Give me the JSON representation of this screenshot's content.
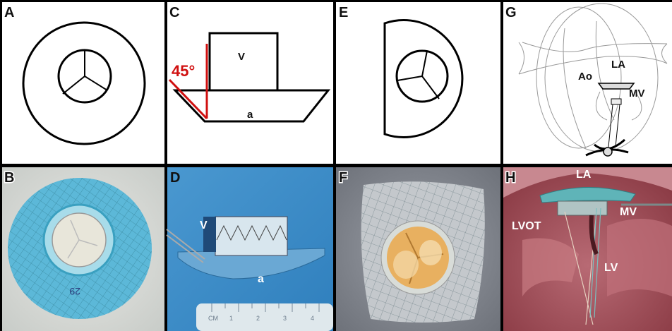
{
  "panels": {
    "A": {
      "label": "A"
    },
    "B": {
      "label": "B",
      "marking": "29"
    },
    "C": {
      "label": "C",
      "angle": "45°",
      "valve": "V",
      "atrial": "a"
    },
    "D": {
      "label": "D",
      "valve": "V",
      "atrial": "a",
      "ruler": {
        "unit": "CM",
        "ticks": [
          "1",
          "2",
          "3",
          "4"
        ]
      }
    },
    "E": {
      "label": "E"
    },
    "F": {
      "label": "F"
    },
    "G": {
      "label": "G",
      "la": "LA",
      "ao": "Ao",
      "mv": "MV"
    },
    "H": {
      "label": "H",
      "la": "LA",
      "lvot": "LVOT",
      "mv": "MV",
      "lv": "LV"
    }
  },
  "colors": {
    "red": "#d01010",
    "blue_bg": "#3f8fc8",
    "tissue": "#b0505a"
  }
}
